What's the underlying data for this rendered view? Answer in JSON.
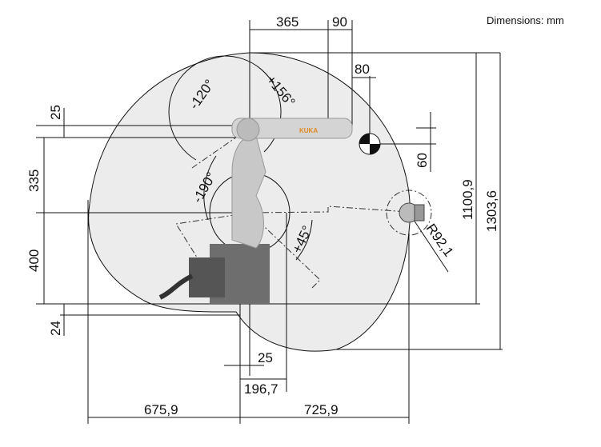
{
  "units_note": "Dimensions: mm",
  "logo_text": "KUKA",
  "dimensions": {
    "top_365": "365",
    "top_90": "90",
    "top_80": "80",
    "right_60": "60",
    "right_1100_9": "1100,9",
    "right_1303_6": "1303,6",
    "left_25": "25",
    "left_335": "335",
    "left_400": "400",
    "left_24": "24",
    "bottom_25": "25",
    "bottom_196_7": "196,7",
    "bottom_675_9": "675,9",
    "bottom_725_9": "725,9",
    "radius_r92_1": "R92,1"
  },
  "angles": {
    "a1_minus_120": "-120°",
    "a2_plus_156": "+156°",
    "a3_minus_190": "-190°",
    "a4_plus_45": "+45°"
  },
  "colors": {
    "envelope_fill": "#ececec",
    "robot": "#c8c8c8",
    "base": "#6e6e6e",
    "logo": "#e08a1e"
  }
}
